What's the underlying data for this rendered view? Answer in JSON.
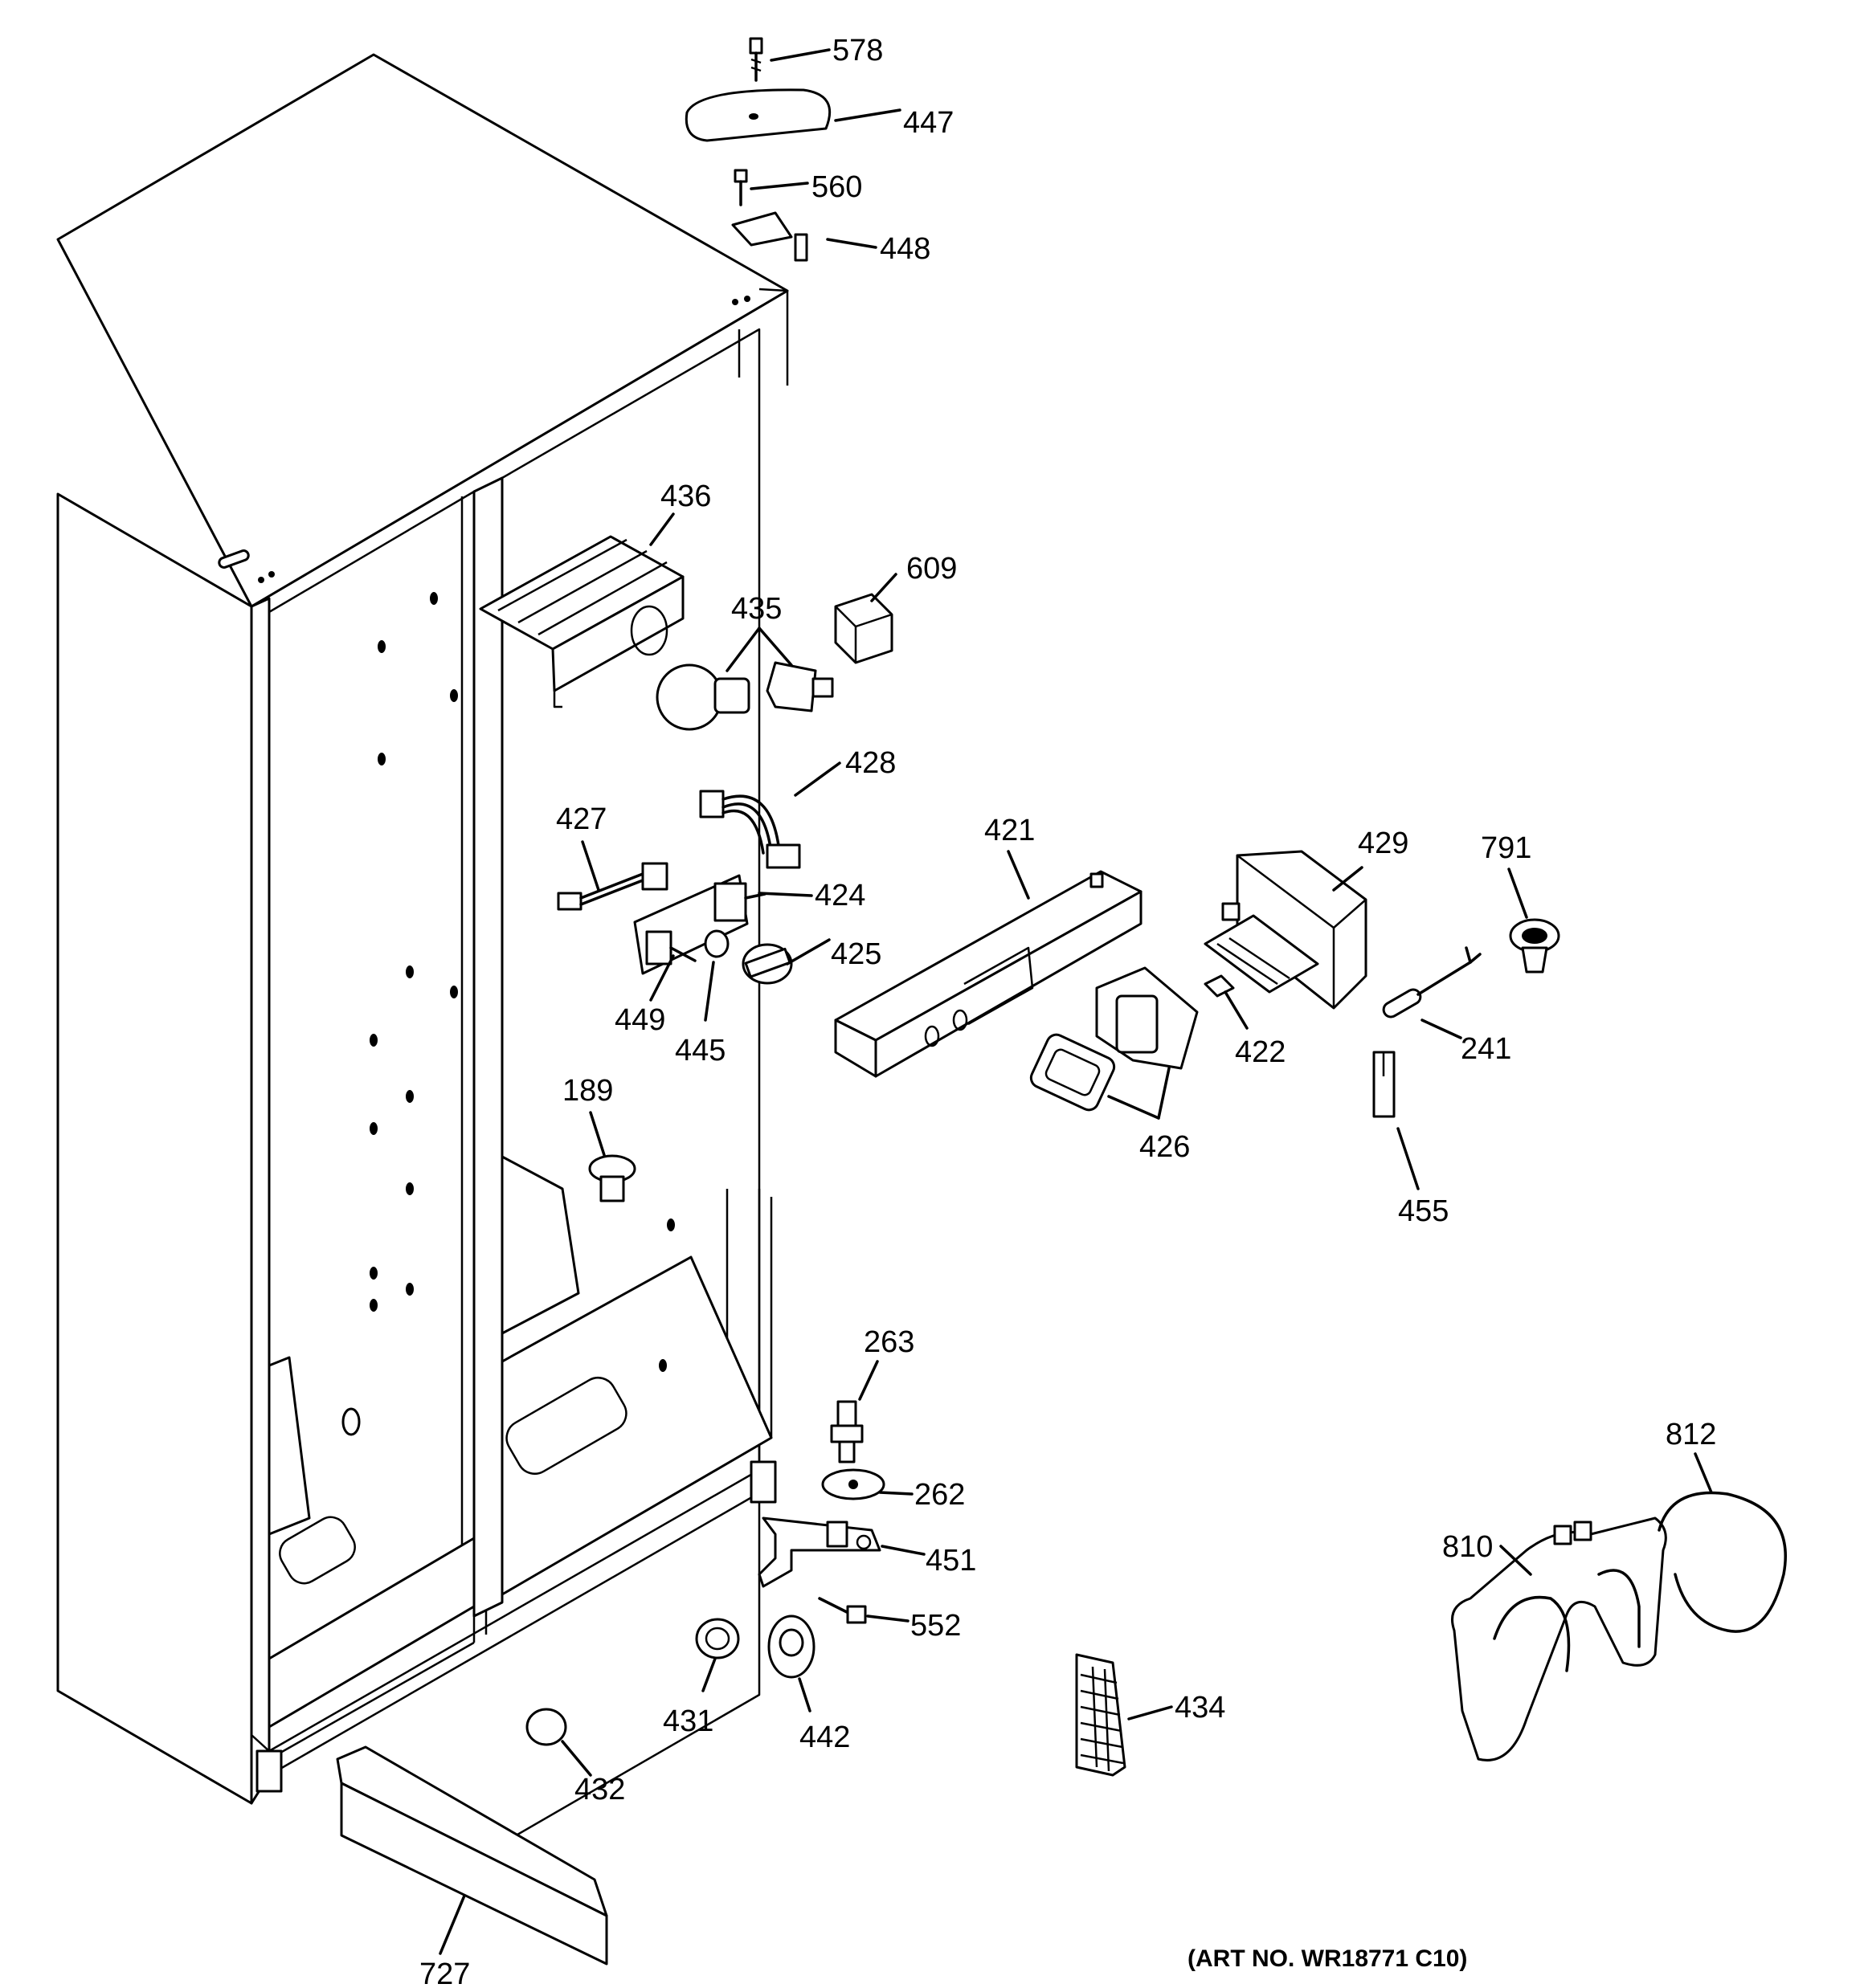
{
  "art_number": "(ART NO. WR18771 C10)",
  "callouts": [
    {
      "id": "578",
      "label": "578"
    },
    {
      "id": "447",
      "label": "447"
    },
    {
      "id": "560",
      "label": "560"
    },
    {
      "id": "448",
      "label": "448"
    },
    {
      "id": "436",
      "label": "436"
    },
    {
      "id": "609",
      "label": "609"
    },
    {
      "id": "435",
      "label": "435"
    },
    {
      "id": "428",
      "label": "428"
    },
    {
      "id": "427",
      "label": "427"
    },
    {
      "id": "424",
      "label": "424"
    },
    {
      "id": "421",
      "label": "421"
    },
    {
      "id": "429",
      "label": "429"
    },
    {
      "id": "791",
      "label": "791"
    },
    {
      "id": "425",
      "label": "425"
    },
    {
      "id": "449",
      "label": "449"
    },
    {
      "id": "445",
      "label": "445"
    },
    {
      "id": "422",
      "label": "422"
    },
    {
      "id": "241",
      "label": "241"
    },
    {
      "id": "426",
      "label": "426"
    },
    {
      "id": "189",
      "label": "189"
    },
    {
      "id": "455",
      "label": "455"
    },
    {
      "id": "263",
      "label": "263"
    },
    {
      "id": "262",
      "label": "262"
    },
    {
      "id": "451",
      "label": "451"
    },
    {
      "id": "552",
      "label": "552"
    },
    {
      "id": "812",
      "label": "812"
    },
    {
      "id": "810",
      "label": "810"
    },
    {
      "id": "431",
      "label": "431"
    },
    {
      "id": "442",
      "label": "442"
    },
    {
      "id": "434",
      "label": "434"
    },
    {
      "id": "432",
      "label": "432"
    },
    {
      "id": "727",
      "label": "727"
    }
  ]
}
